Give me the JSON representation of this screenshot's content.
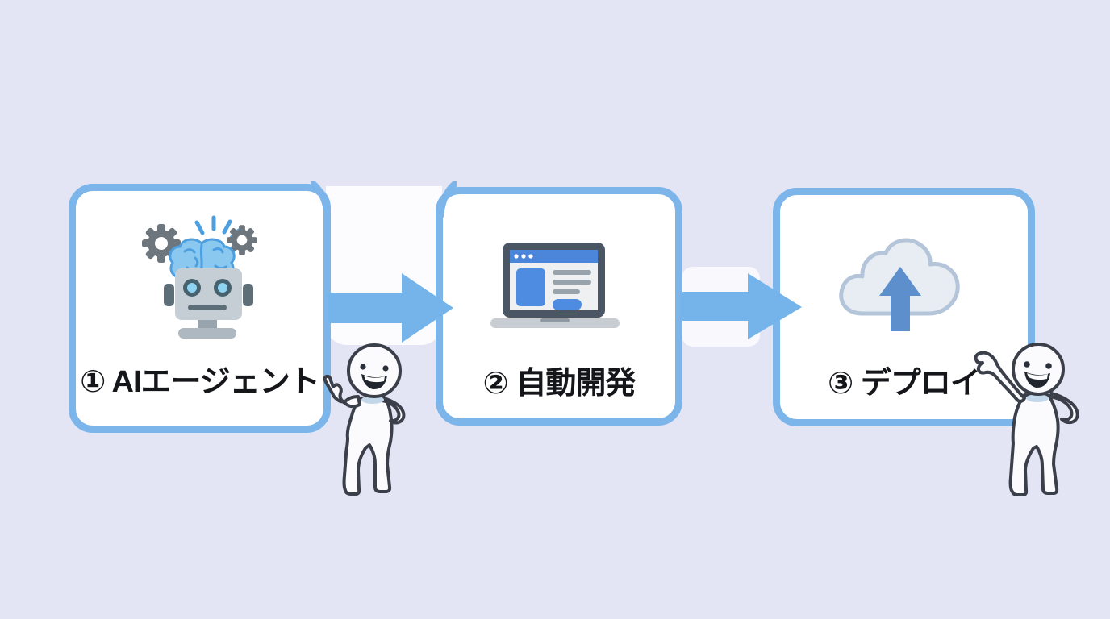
{
  "diagram": {
    "background_color": "#E3E5F5",
    "palette": {
      "box_border": "#7CB5EA",
      "box_fill": "#FFFFFF",
      "arrow_blue": "#74B4EB",
      "label_text": "#15161A",
      "robot_gray": "#C6CED5",
      "robot_dark": "#5E6E79",
      "brain_blue": "#8AC8F0",
      "brain_line_blue": "#4D9FDF",
      "gear_gray": "#6D757D",
      "laptop_frame": "#4A5663",
      "laptop_blue": "#4C86DA",
      "cloud_fill": "#E8EDF4",
      "cloud_stroke": "#B4C5D9",
      "cloud_arrow": "#5C8FCB",
      "character_outline": "#3A3F49",
      "chin_shadow": "#C3D7EA"
    },
    "steps": [
      {
        "label": "① AIエージェント",
        "icon": "robot-ai-icon"
      },
      {
        "label": "② 自動開発",
        "icon": "laptop-development-icon"
      },
      {
        "label": "③ デプロイ",
        "icon": "cloud-upload-icon"
      }
    ],
    "arrows": [
      {
        "name": "arrow-step1-to-step2",
        "direction": "right"
      },
      {
        "name": "arrow-step2-to-step3",
        "direction": "right"
      }
    ],
    "characters": [
      {
        "name": "mascot-pointing",
        "pose": "pointing at step 1 label"
      },
      {
        "name": "mascot-presenting",
        "pose": "presenting step 3 label"
      }
    ]
  }
}
